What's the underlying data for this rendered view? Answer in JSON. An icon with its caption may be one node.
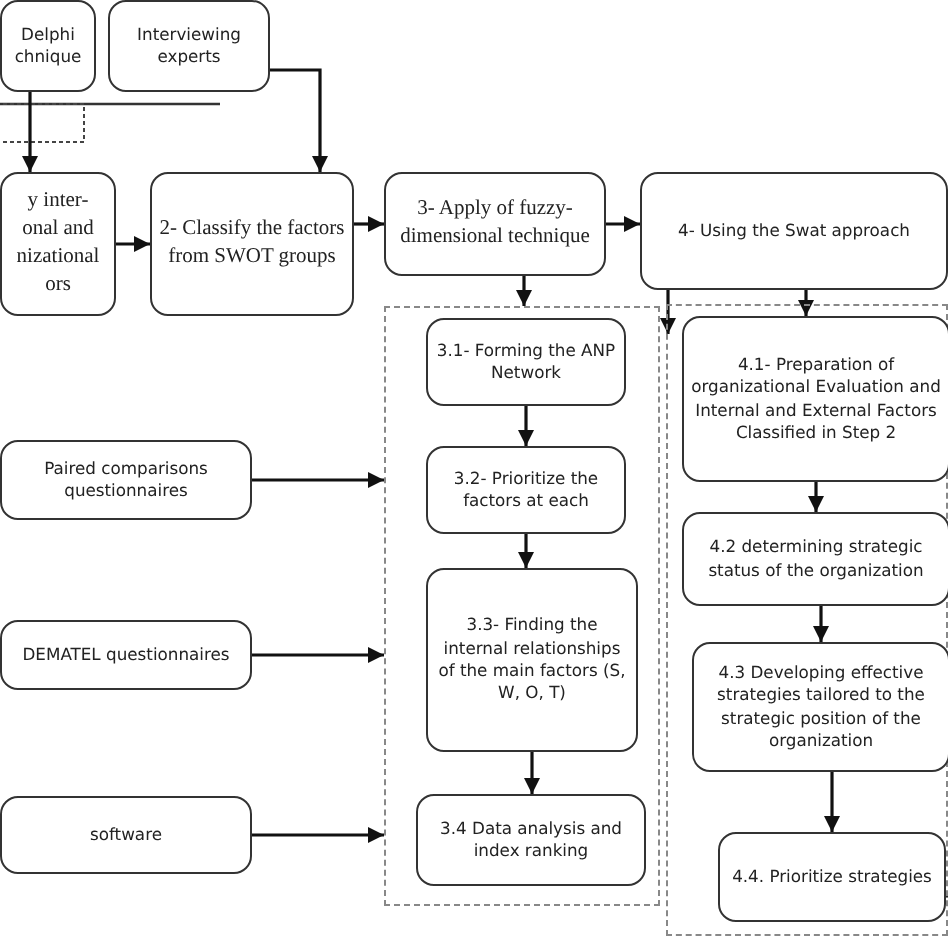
{
  "diagram": {
    "nodes": [
      {
        "text": [
          "Delphi chnique"
        ]
      },
      {
        "text": [
          "Interviewing experts"
        ]
      },
      {
        "text": [
          "y inter- onal and nizational ors"
        ]
      },
      {
        "text": [
          "2- Classify the factors from SWOT groups"
        ]
      },
      {
        "text": [
          "3- Apply of fuzzy-dimensional technique"
        ]
      },
      {
        "text": [
          "4- Using the Swat approach"
        ]
      },
      {
        "text": [],
        "shape": "box"
      },
      {
        "text": [
          "3.1- Forming the ANP Network"
        ],
        "in": 6
      },
      {
        "text": [
          "3.2- Prioritize the factors at each"
        ],
        "in": 6
      },
      {
        "text": [
          "3.3- Finding the internal relationships of the main factors (S, W, O, T)"
        ],
        "in": 6
      },
      {
        "text": [
          "3.4 Data analysis and index ranking"
        ],
        "in": 6
      },
      {
        "text": [],
        "shape": "box"
      },
      {
        "text": [
          "4.1- Preparation of organizational Evaluation and Internal and External Factors Classified in Step 2"
        ],
        "in": 11
      },
      {
        "text": [
          "4.2 determining strategic status of the organization"
        ],
        "in": 11
      },
      {
        "text": [
          "4.3 Developing effective strategies tailored to the strategic position of the organization"
        ],
        "in": 11
      },
      {
        "text": [
          "4.4. Prioritize strategies"
        ],
        "in": 11
      },
      {
        "text": [
          "Paired comparisons questionnaires"
        ]
      },
      {
        "text": [
          "DEMATEL questionnaires"
        ]
      },
      {
        "text": [
          "software"
        ]
      }
    ],
    "edges": [
      {
        "from": 0,
        "to": 2,
        "arrow": "to"
      },
      {
        "from": 1,
        "to": 3,
        "arrow": "to"
      },
      {
        "from": 2,
        "to": 3,
        "arrow": "to"
      },
      {
        "from": 3,
        "to": 4,
        "arrow": "to"
      },
      {
        "from": 4,
        "to": 5,
        "arrow": "to"
      },
      {
        "from": 4,
        "to": 6,
        "arrow": "to"
      },
      {
        "from": 5,
        "to": 11,
        "arrow": "to"
      },
      {
        "from": 5,
        "to": 12,
        "arrow": "to"
      },
      {
        "from": 7,
        "to": 8,
        "arrow": "to"
      },
      {
        "from": 8,
        "to": 9,
        "arrow": "to"
      },
      {
        "from": 9,
        "to": 10,
        "arrow": "to"
      },
      {
        "from": 12,
        "to": 13,
        "arrow": "to"
      },
      {
        "from": 13,
        "to": 14,
        "arrow": "to"
      },
      {
        "from": 14,
        "to": 15,
        "arrow": "to"
      },
      {
        "from": 16,
        "to": 6,
        "arrow": "to"
      },
      {
        "from": 17,
        "to": 6,
        "arrow": "to"
      },
      {
        "from": 18,
        "to": 6,
        "arrow": "to"
      },
      {
        "from": null,
        "to": 15,
        "arrow": "to"
      }
    ]
  }
}
